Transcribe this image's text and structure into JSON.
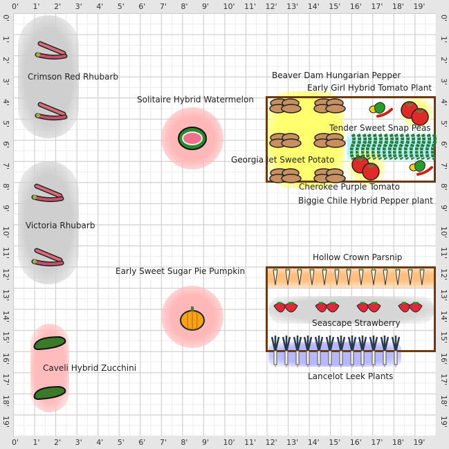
{
  "ruler": {
    "labels": [
      "0'",
      "1'",
      "2'",
      "3'",
      "4'",
      "5'",
      "6'",
      "7'",
      "8'",
      "9'",
      "10'",
      "11'",
      "12'",
      "13'",
      "14'",
      "15'",
      "16'",
      "17'",
      "18'",
      "19'"
    ]
  },
  "plants": {
    "crimson_rhubarb": "Crimson Red Rhubarb",
    "victoria_rhubarb": "Victoria Rhubarb",
    "watermelon": "Solitaire Hybrid Watermelon",
    "pumpkin": "Early Sweet Sugar Pie Pumpkin",
    "zucchini": "Caveli Hybrid Zucchini",
    "hungarian_pepper": "Beaver Dam Hungarian Pepper",
    "early_girl": "Early Girl Hybrid Tomato Plant",
    "snap_peas": "Tender Sweet Snap Peas",
    "sweet_potato": "Georgia Jet Sweet Potato",
    "cherokee": "Cherokee Purple Tomato",
    "biggie_chile": "Biggie Chile Hybrid Pepper plant",
    "parsnip": "Hollow Crown Parsnip",
    "strawberry": "Seascape Strawberry",
    "leek": "Lancelot Leek Plants"
  },
  "colors": {
    "bed_border": "#6b3a10",
    "rhubarb_zone": "#d4d4d4",
    "melon_zone": "#ffc8c8",
    "sun_zone": "#ffff80",
    "peas_zone": "#b8f0f8",
    "parsnip_zone": "#ffc080",
    "leek_zone": "#c0c0ff"
  }
}
